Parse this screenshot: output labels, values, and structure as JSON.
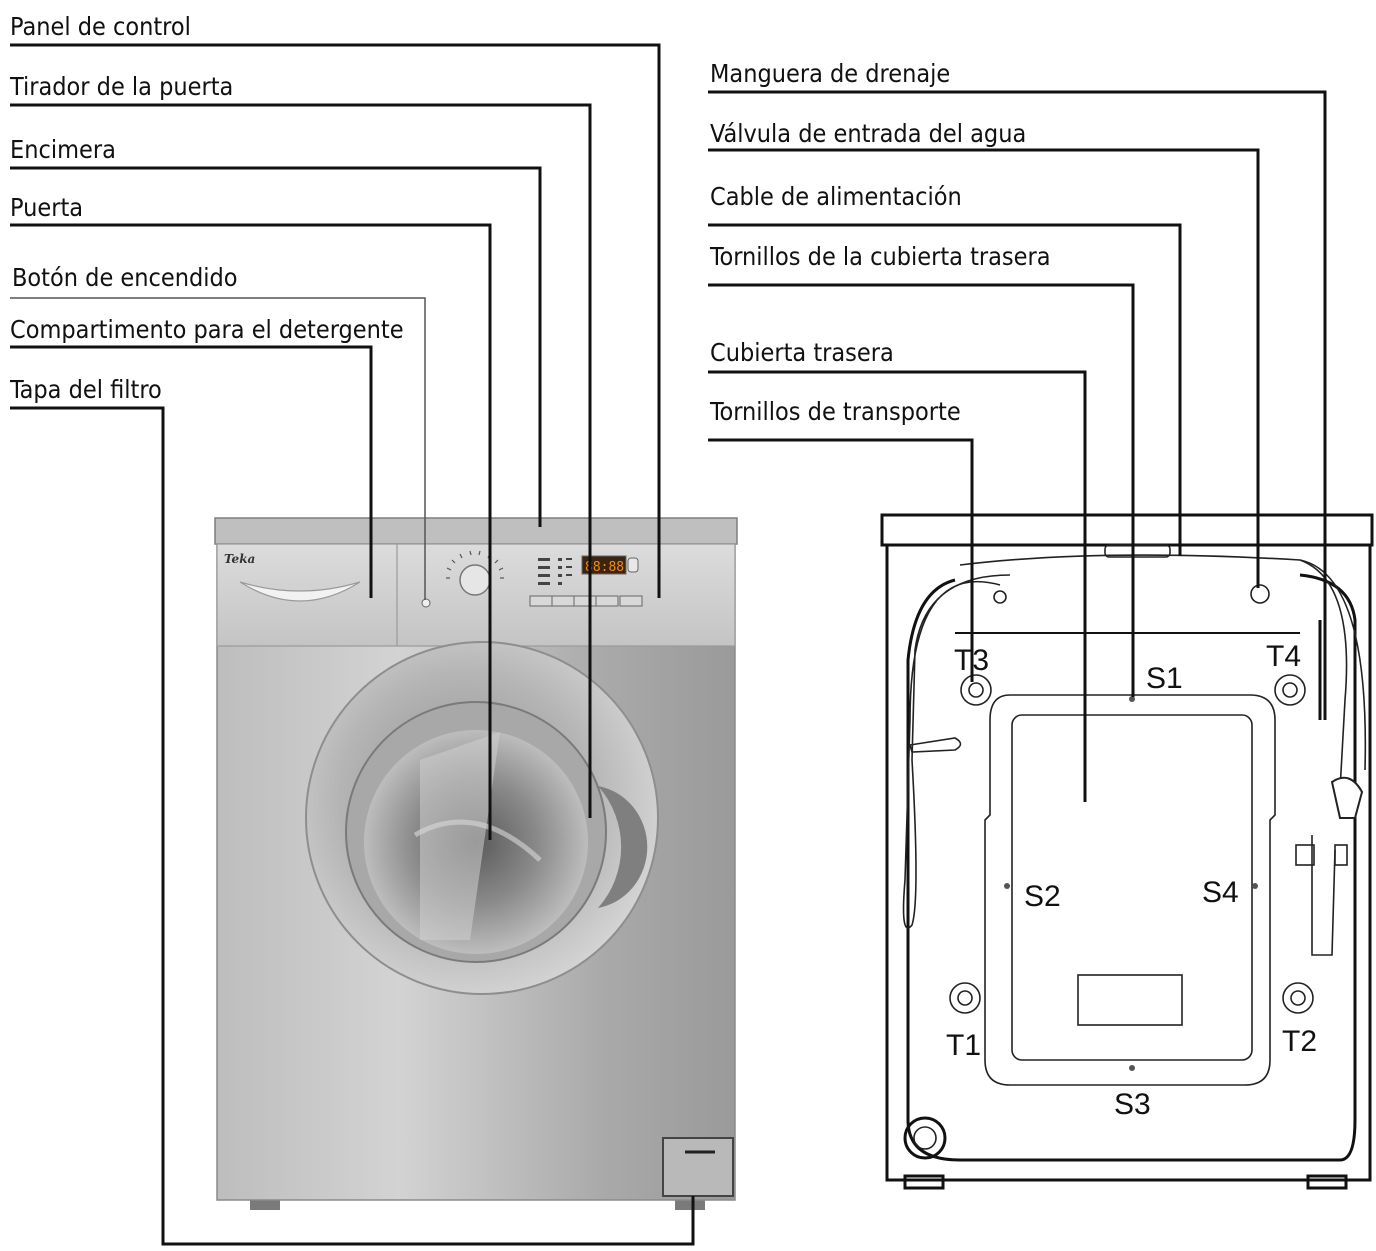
{
  "front_labels": {
    "control_panel": "Panel de control",
    "door_handle": "Tirador de la puerta",
    "worktop": "Encimera",
    "door": "Puerta",
    "power_button": "Botón de encendido",
    "detergent_drawer": "Compartimento para el detergente",
    "filter_cover": "Tapa del filtro"
  },
  "back_labels": {
    "drain_hose": "Manguera de drenaje",
    "water_inlet_valve": "Válvula de entrada del agua",
    "power_cable": "Cable de alimentación",
    "back_cover_screws": "Tornillos de la cubierta trasera",
    "back_cover": "Cubierta trasera",
    "transport_bolts": "Tornillos de transporte"
  },
  "markers": {
    "t1": "T1",
    "t2": "T2",
    "t3": "T3",
    "t4": "T4",
    "s1": "S1",
    "s2": "S2",
    "s3": "S3",
    "s4": "S4"
  },
  "brand": "Teka",
  "display_readout": "88:88",
  "colors": {
    "body_silver": "#a9a9a9",
    "body_light": "#cfcfcf",
    "display_orange": "#f08a1c",
    "line": "#111111"
  }
}
